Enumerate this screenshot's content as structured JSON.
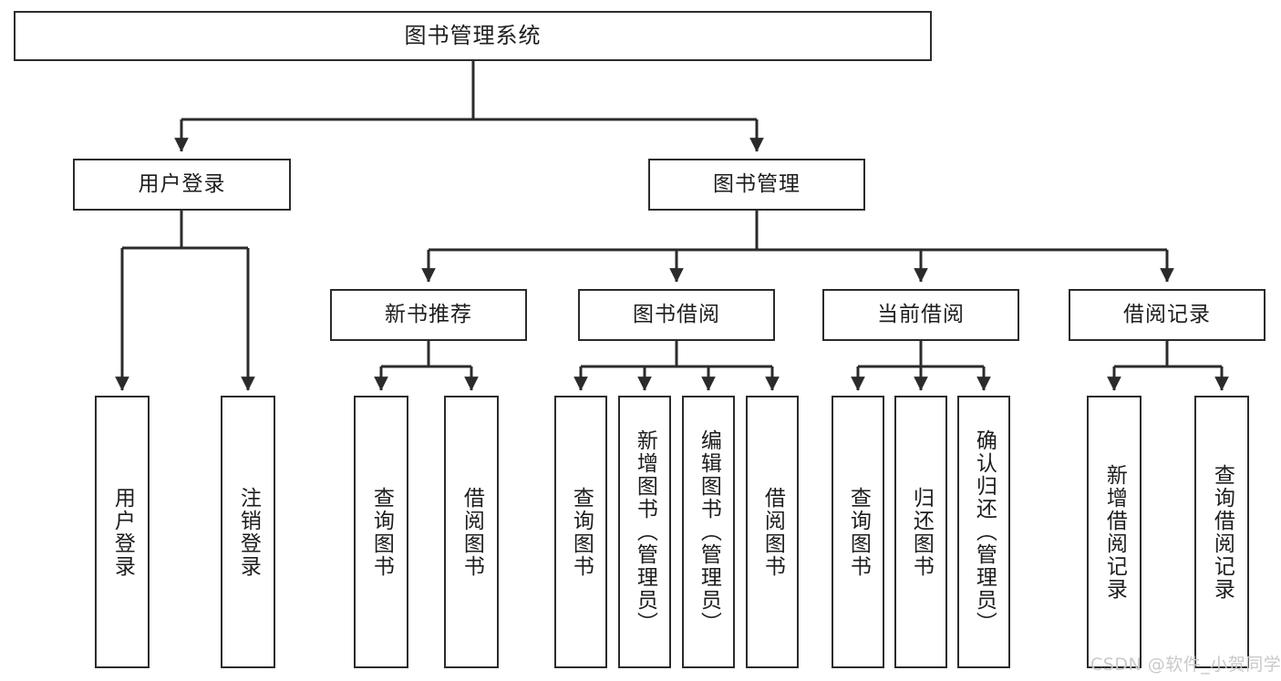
{
  "diagram": {
    "title": "图书管理系统",
    "type": "tree",
    "line_color": "#2b2b2b",
    "text_color": "#1d1d1d",
    "background": "#ffffff",
    "levels": {
      "root": {
        "label": "图书管理系统"
      },
      "level2": [
        {
          "id": "user-login",
          "label": "用户登录"
        },
        {
          "id": "book-manage",
          "label": "图书管理"
        }
      ],
      "level3": [
        {
          "id": "new-book-recommend",
          "label": "新书推荐"
        },
        {
          "id": "book-borrow",
          "label": "图书借阅"
        },
        {
          "id": "current-borrow",
          "label": "当前借阅"
        },
        {
          "id": "borrow-record",
          "label": "借阅记录"
        }
      ],
      "leaves": [
        {
          "id": "leaf-user-login",
          "label": "用户登录",
          "parent": "user-login"
        },
        {
          "id": "leaf-user-logout",
          "label": "注销登录",
          "parent": "user-login"
        },
        {
          "id": "leaf-query-book-1",
          "label": "查询图书",
          "parent": "new-book-recommend"
        },
        {
          "id": "leaf-borrow-book-1",
          "label": "借阅图书",
          "parent": "new-book-recommend"
        },
        {
          "id": "leaf-query-book-2",
          "label": "查询图书",
          "parent": "book-borrow"
        },
        {
          "id": "leaf-add-book",
          "label": "新增图书（管理员）",
          "parent": "book-borrow"
        },
        {
          "id": "leaf-edit-book",
          "label": "编辑图书（管理员）",
          "parent": "book-borrow"
        },
        {
          "id": "leaf-borrow-book-2",
          "label": "借阅图书",
          "parent": "book-borrow"
        },
        {
          "id": "leaf-query-book-3",
          "label": "查询图书",
          "parent": "current-borrow"
        },
        {
          "id": "leaf-return-book",
          "label": "归还图书",
          "parent": "current-borrow"
        },
        {
          "id": "leaf-confirm-return",
          "label": "确认归还（管理员）",
          "parent": "current-borrow"
        },
        {
          "id": "leaf-add-record",
          "label": "新增借阅记录",
          "parent": "borrow-record"
        },
        {
          "id": "leaf-query-record",
          "label": "查询借阅记录",
          "parent": "borrow-record"
        }
      ]
    }
  },
  "watermark": {
    "text": "CSDN @软件_小贺同学",
    "color": "#c9c9c9"
  }
}
